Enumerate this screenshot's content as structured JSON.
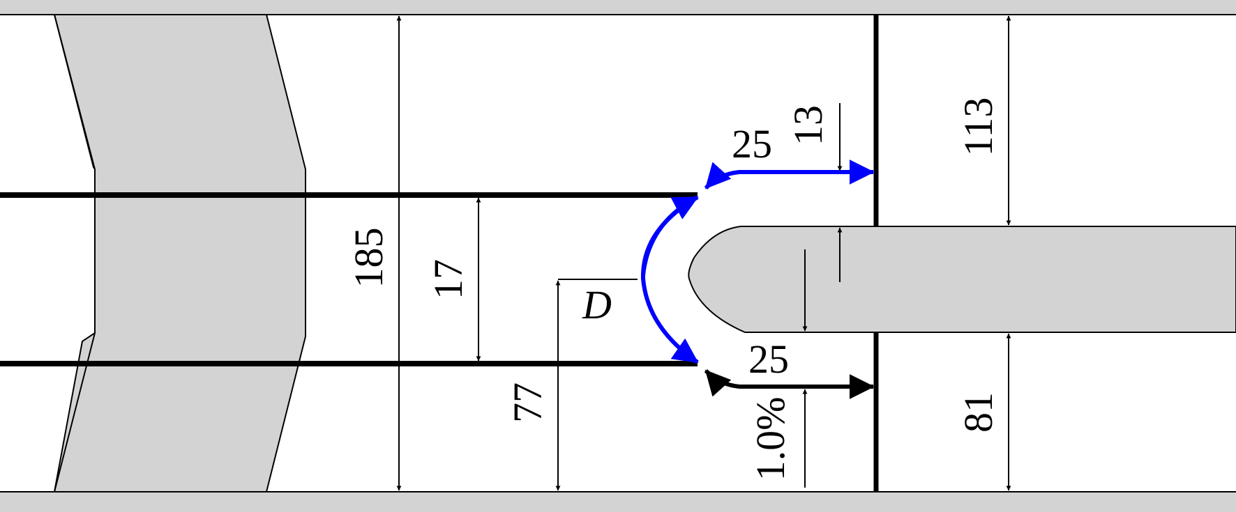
{
  "diagram": {
    "dimensions": {
      "total_height": "185",
      "gap_height": "17",
      "lower_offset": "77",
      "upper_right_height": "113",
      "lower_right_height": "81",
      "top_small": "13",
      "top_arc_length": "25",
      "bottom_arc_length": "25",
      "percent": "1.0%"
    },
    "d_label": "D",
    "colors": {
      "line": "#000000",
      "fill": "#d3d3d3",
      "highlight": "#0000ff",
      "background": "#ffffff"
    }
  }
}
